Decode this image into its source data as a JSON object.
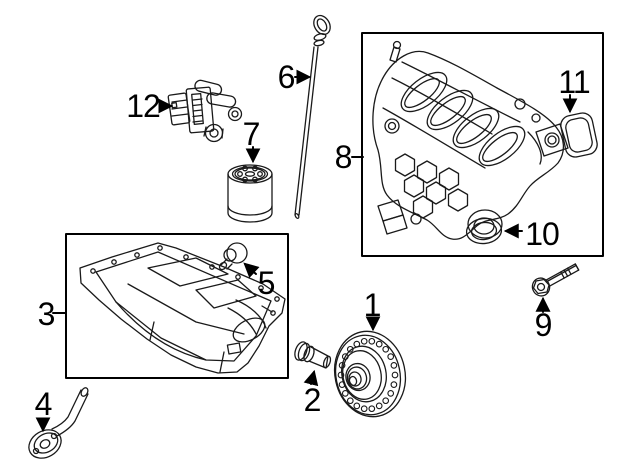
{
  "diagram": {
    "type": "parts-diagram",
    "background": "#ffffff",
    "line_color": "#1a1a1a",
    "label_color": "#000000",
    "callouts": {
      "c1": {
        "label": "1",
        "part": "torque-converter"
      },
      "c2": {
        "label": "2",
        "part": "converter-bolt"
      },
      "c3": {
        "label": "3",
        "part": "oil-pan"
      },
      "c4": {
        "label": "4",
        "part": "oil-pickup-tube"
      },
      "c5": {
        "label": "5",
        "part": "drain-plug"
      },
      "c6": {
        "label": "6",
        "part": "oil-dipstick"
      },
      "c7": {
        "label": "7",
        "part": "oil-filter"
      },
      "c8": {
        "label": "8",
        "part": "intake-manifold"
      },
      "c9": {
        "label": "9",
        "part": "manifold-bolt"
      },
      "c10": {
        "label": "10",
        "part": "o-ring-seal"
      },
      "c11": {
        "label": "11",
        "part": "manifold-gasket"
      },
      "c12": {
        "label": "12",
        "part": "map-sensor"
      }
    }
  }
}
